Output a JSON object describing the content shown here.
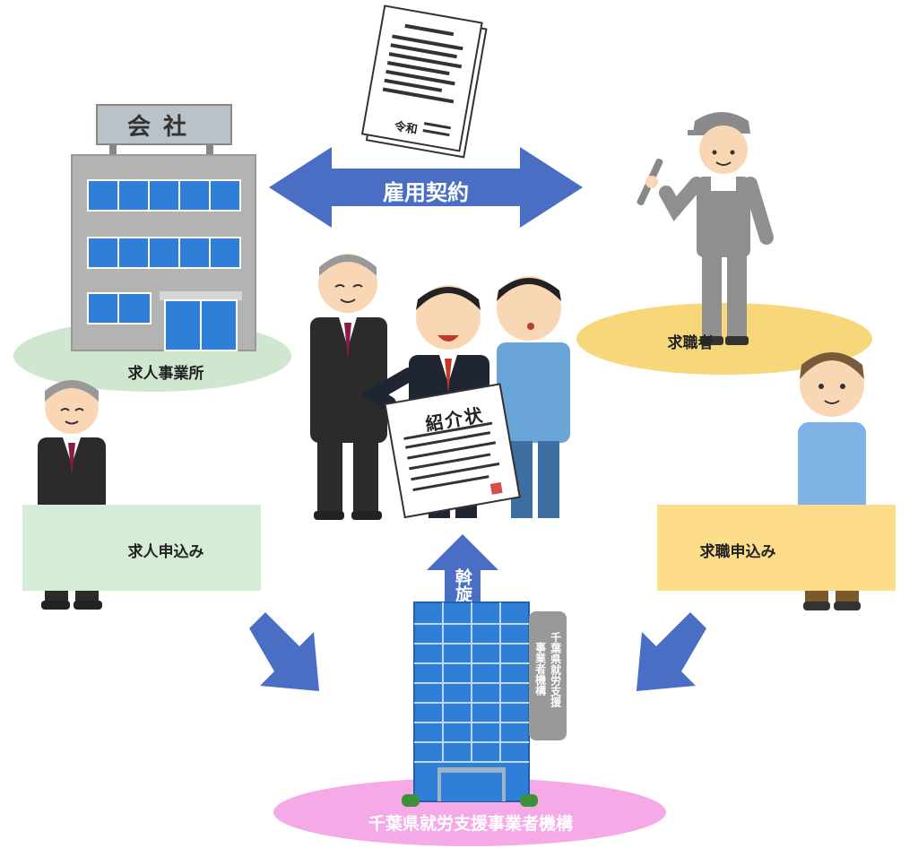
{
  "contract": {
    "label": "雇用契約",
    "document_text": "令和"
  },
  "employer": {
    "sign": "会社",
    "label": "求人事業所",
    "application_label": "求人申込み"
  },
  "job_seeker": {
    "label": "求職者",
    "application_label": "求職申込み"
  },
  "introduction_letter": {
    "title": "紹介状"
  },
  "mediation": {
    "label": "斡旋"
  },
  "organization": {
    "sign_line1": "千葉県就労支援",
    "sign_line2": "事業者機構",
    "label": "千葉県就労支援事業者機構"
  },
  "colors": {
    "arrow_blue": "#4a6ec3",
    "employer_ellipse": "#cfe7cf",
    "seeker_ellipse": "#f8d77a",
    "employer_box": "#d6ecd6",
    "seeker_box": "#fddc8a",
    "org_ellipse": "#f5a9e6"
  }
}
